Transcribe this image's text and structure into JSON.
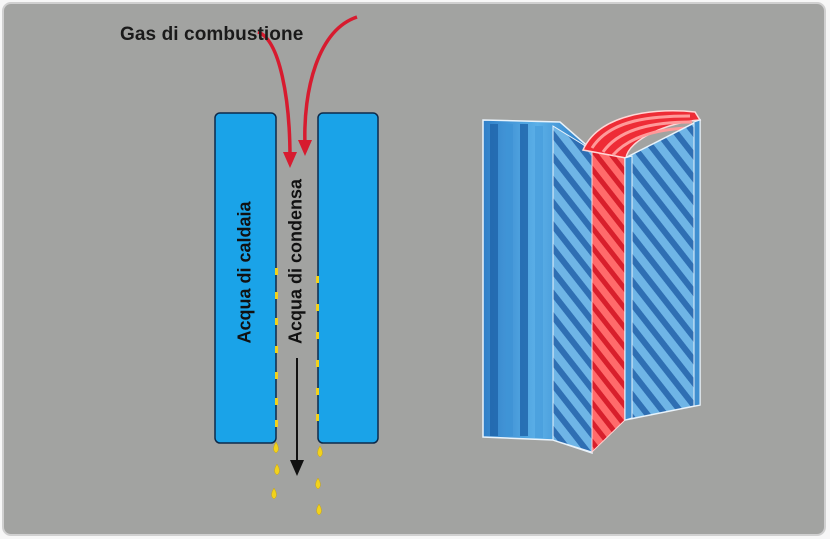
{
  "diagram": {
    "gas_label": "Gas di combustione",
    "boiler_water_label": "Acqua di caldaia",
    "condensate_label": "Acqua di condensa"
  },
  "colors": {
    "background": "#a2a3a1",
    "wall_blue": "#1aa3e8",
    "gas_arrow": "#d71b2f",
    "droplet": "#f2d21b",
    "exchanger_red": "#ee2c36",
    "exchanger_blue": "#3f8fd0"
  }
}
